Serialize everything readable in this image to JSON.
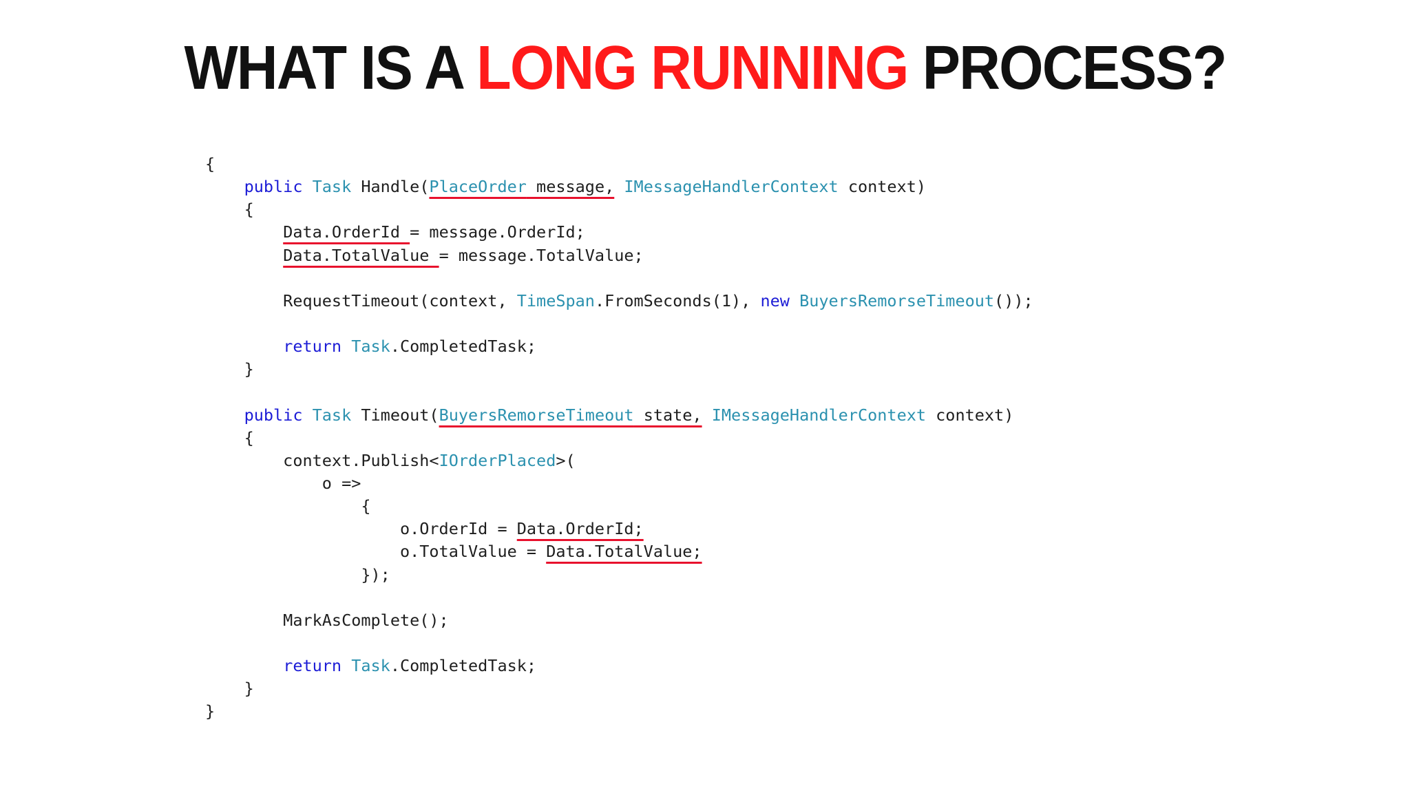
{
  "slide": {
    "title_prefix": "WHAT IS A ",
    "title_highlight": "LONG RUNNING",
    "title_suffix": " PROCESS?"
  },
  "colors": {
    "title": "#111111",
    "title_highlight": "#ff1a1a",
    "keyword": "#1c1cd6",
    "type": "#2b91af",
    "text": "#1e1e1e",
    "underline": "#e8112d"
  },
  "code": {
    "lines": [
      [
        {
          "t": "{"
        }
      ],
      [
        {
          "t": "    "
        },
        {
          "t": "public",
          "c": "kw"
        },
        {
          "t": " "
        },
        {
          "t": "Task",
          "c": "ty"
        },
        {
          "t": " Handle("
        },
        {
          "t": "PlaceOrder",
          "c": "ty",
          "u": true
        },
        {
          "t": " message,",
          "u": true
        },
        {
          "t": " "
        },
        {
          "t": "IMessageHandlerContext",
          "c": "ty"
        },
        {
          "t": " context)"
        }
      ],
      [
        {
          "t": "    {"
        }
      ],
      [
        {
          "t": "        "
        },
        {
          "t": "Data.OrderId ",
          "u": true
        },
        {
          "t": "= message.OrderId;"
        }
      ],
      [
        {
          "t": "        "
        },
        {
          "t": "Data.TotalValue ",
          "u": true
        },
        {
          "t": "= message.TotalValue;"
        }
      ],
      [
        {
          "t": ""
        }
      ],
      [
        {
          "t": "        RequestTimeout(context, "
        },
        {
          "t": "TimeSpan",
          "c": "ty"
        },
        {
          "t": ".FromSeconds(1), "
        },
        {
          "t": "new",
          "c": "kw"
        },
        {
          "t": " "
        },
        {
          "t": "BuyersRemorseTimeout",
          "c": "ty"
        },
        {
          "t": "());"
        }
      ],
      [
        {
          "t": ""
        }
      ],
      [
        {
          "t": "        "
        },
        {
          "t": "return",
          "c": "kw"
        },
        {
          "t": " "
        },
        {
          "t": "Task",
          "c": "ty"
        },
        {
          "t": ".CompletedTask;"
        }
      ],
      [
        {
          "t": "    }"
        }
      ],
      [
        {
          "t": ""
        }
      ],
      [
        {
          "t": "    "
        },
        {
          "t": "public",
          "c": "kw"
        },
        {
          "t": " "
        },
        {
          "t": "Task",
          "c": "ty"
        },
        {
          "t": " Timeout("
        },
        {
          "t": "BuyersRemorseTimeout",
          "c": "ty",
          "u": true
        },
        {
          "t": " state,",
          "u": true
        },
        {
          "t": " "
        },
        {
          "t": "IMessageHandlerContext",
          "c": "ty"
        },
        {
          "t": " context)"
        }
      ],
      [
        {
          "t": "    {"
        }
      ],
      [
        {
          "t": "        context.Publish<"
        },
        {
          "t": "IOrderPlaced",
          "c": "ty"
        },
        {
          "t": ">("
        }
      ],
      [
        {
          "t": "            o =>"
        }
      ],
      [
        {
          "t": "                {"
        }
      ],
      [
        {
          "t": "                    o.OrderId = "
        },
        {
          "t": "Data.OrderId;",
          "u": true
        }
      ],
      [
        {
          "t": "                    o.TotalValue = "
        },
        {
          "t": "Data.TotalValue;",
          "u": true
        }
      ],
      [
        {
          "t": "                });"
        }
      ],
      [
        {
          "t": ""
        }
      ],
      [
        {
          "t": "        MarkAsComplete();"
        }
      ],
      [
        {
          "t": ""
        }
      ],
      [
        {
          "t": "        "
        },
        {
          "t": "return",
          "c": "kw"
        },
        {
          "t": " "
        },
        {
          "t": "Task",
          "c": "ty"
        },
        {
          "t": ".CompletedTask;"
        }
      ],
      [
        {
          "t": "    }"
        }
      ],
      [
        {
          "t": "}"
        }
      ]
    ]
  }
}
